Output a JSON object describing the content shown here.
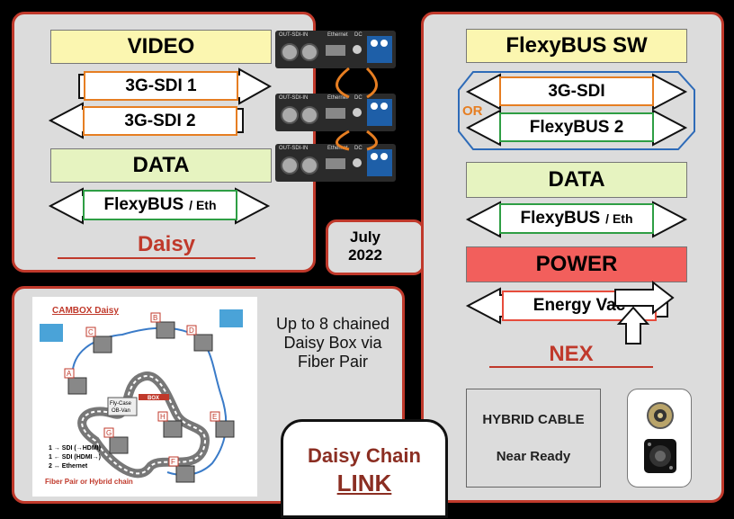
{
  "daisy_panel": {
    "video_header": "VIDEO",
    "sdi1": "3G-SDI 1",
    "sdi2": "3G-SDI 2",
    "data_header": "DATA",
    "flexybus": "FlexyBUS",
    "eth": "/ Eth",
    "title": "Daisy"
  },
  "devices": {
    "labels": [
      "OUT",
      "SDI",
      "IN",
      "Ethernet",
      "DC",
      "OUT"
    ]
  },
  "nex_panel": {
    "flexybus_sw_header": "FlexyBUS SW",
    "sdi": "3G-SDI",
    "or": "OR",
    "flexybus2": "FlexyBUS 2",
    "data_header": "DATA",
    "flexybus": "FlexyBUS",
    "eth": "/ Eth",
    "power_header": "POWER",
    "energy": "Energy Vac",
    "title": "NEX",
    "hybrid_line1": "HYBRID CABLE",
    "hybrid_line2": "Near Ready"
  },
  "date": {
    "line1": "July",
    "line2": "2022"
  },
  "bottom_panel": {
    "diagram_title": "CAMBOX Daisy",
    "camera_letters": [
      "A",
      "B",
      "C",
      "D",
      "E",
      "F",
      "G",
      "H"
    ],
    "van_line1": "Fly-Case",
    "van_line2": "OB-Van",
    "box_label": "BOX",
    "legend": [
      "1 → SDI (→HDMI)",
      "1 ← SDI (HDMI→)",
      "2 ↔ Ethernet"
    ],
    "footer": "Fiber Pair or Hybrid chain",
    "caption": "Up to 8 chained Daisy Box via Fiber Pair"
  },
  "link_box": {
    "line1": "Daisy Chain",
    "line2": "LINK"
  },
  "colors": {
    "panel_border": "#c0392b",
    "panel_bg": "#dcdcdc",
    "orange": "#e67e22",
    "green": "#2e9e44"
  }
}
